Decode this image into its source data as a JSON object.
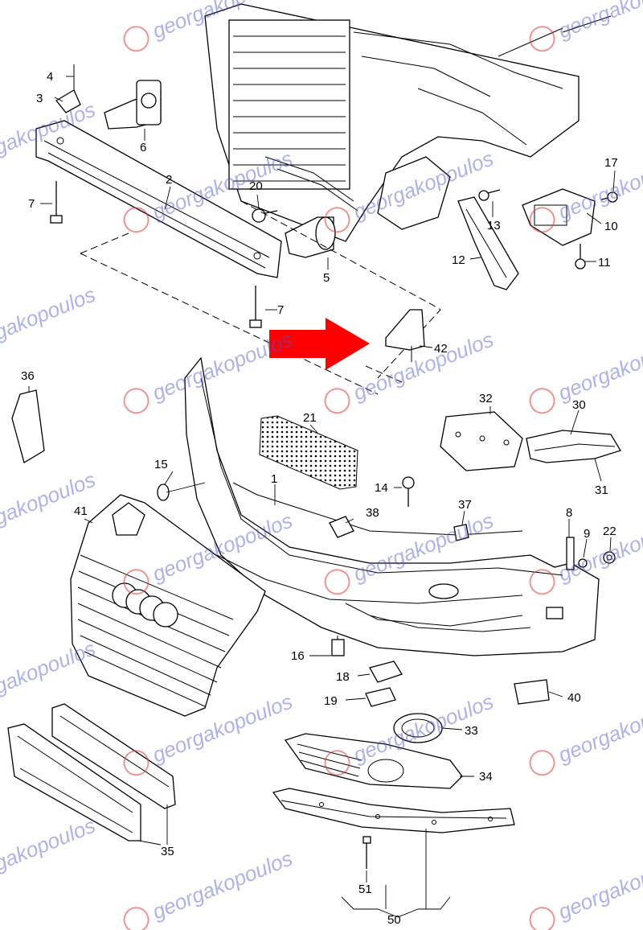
{
  "colors": {
    "arrow": "#ff0000",
    "watermark_text": "#4a55d6",
    "watermark_logo": "#e23a3a",
    "line": "#000000"
  },
  "watermark": {
    "text": "georgakopoulos"
  },
  "callouts": {
    "c1": "1",
    "c2": "2",
    "c3": "3",
    "c4": "4",
    "c5": "5",
    "c6": "6",
    "c7a": "7",
    "c7b": "7",
    "c8": "8",
    "c9": "9",
    "c10": "10",
    "c11": "11",
    "c12": "12",
    "c13": "13",
    "c14": "14",
    "c15": "15",
    "c16": "16",
    "c17": "17",
    "c18": "18",
    "c19": "19",
    "c20": "20",
    "c21": "21",
    "c22": "22",
    "c30": "30",
    "c31": "31",
    "c32": "32",
    "c33": "33",
    "c34": "34",
    "c35": "35",
    "c36": "36",
    "c37": "37",
    "c38": "38",
    "c40": "40",
    "c41": "41",
    "c42": "42",
    "c50": "50",
    "c51": "51"
  }
}
